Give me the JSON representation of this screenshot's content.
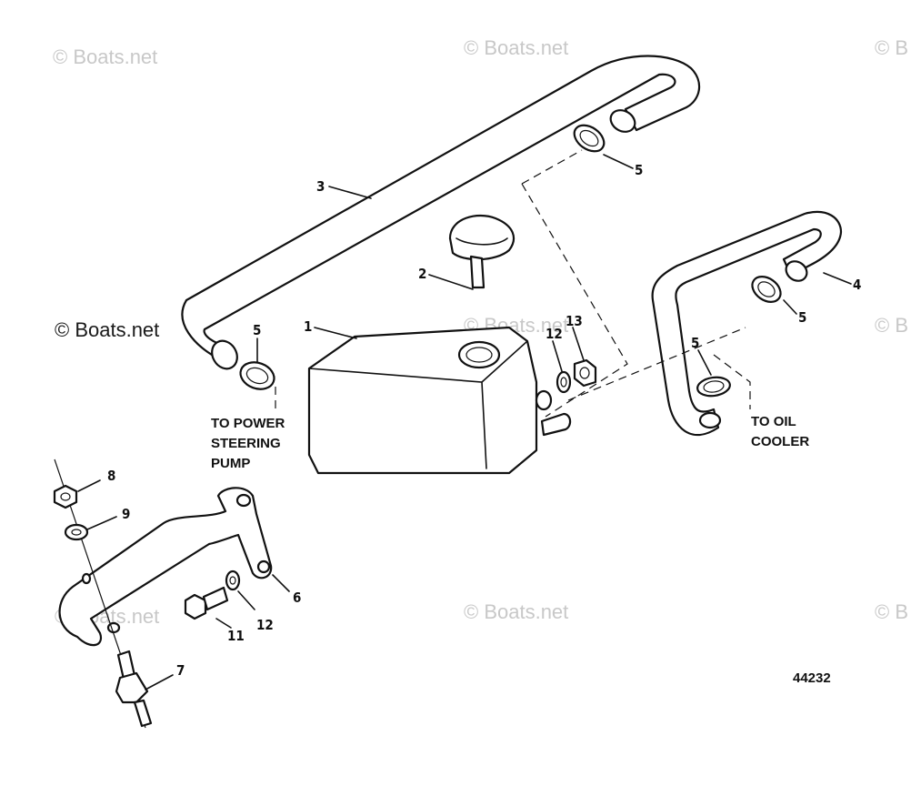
{
  "watermarks": {
    "top_left": "© Boats.net",
    "top_center": "© Boats.net",
    "top_right": "© B",
    "mid_left": "© Boats.net",
    "mid_center": "© Boats.net",
    "mid_right": "© B",
    "bottom_left": "© Boats.net",
    "bottom_center": "© Boats.net",
    "bottom_right": "© B"
  },
  "callouts": {
    "c1": "1",
    "c2": "2",
    "c3": "3",
    "c4": "4",
    "c5a": "5",
    "c5b": "5",
    "c5c": "5",
    "c5d": "5",
    "c6": "6",
    "c7": "7",
    "c8": "8",
    "c9": "9",
    "c11": "11",
    "c12a": "12",
    "c12b": "12",
    "c13": "13"
  },
  "notes": {
    "power_steering": [
      "TO POWER",
      "STEERING",
      "PUMP"
    ],
    "oil_cooler": [
      "TO OIL",
      "COOLER"
    ]
  },
  "figure_number": "44232",
  "colors": {
    "line": "#111111",
    "watermark": "#c8c8c8",
    "background": "#ffffff"
  }
}
